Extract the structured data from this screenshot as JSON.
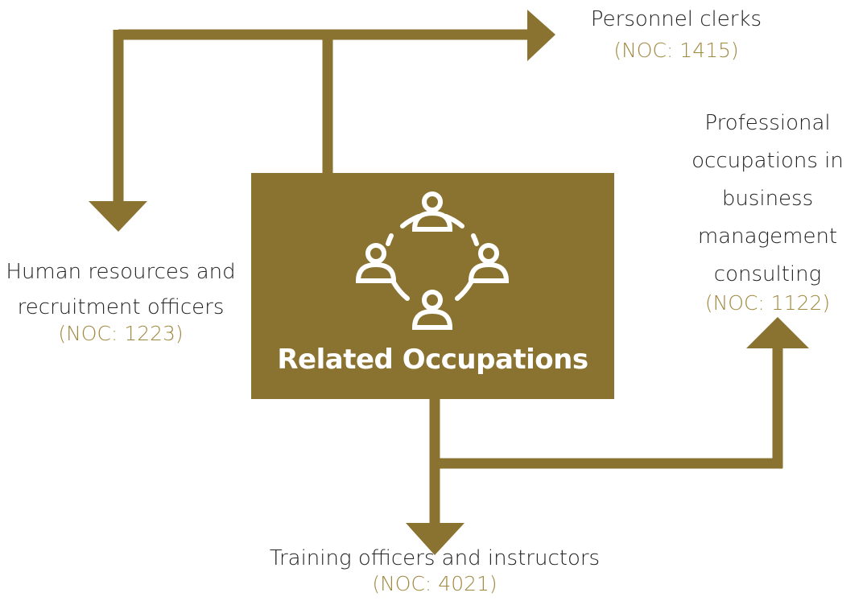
{
  "diagram": {
    "center": {
      "label": "Related Occupations",
      "icon": "people-network-icon"
    },
    "nodes": [
      {
        "id": "top_right",
        "title": "Personnel clerks",
        "noc": "(NOC: 1415)"
      },
      {
        "id": "left",
        "title": "Human resources and recruitment officers",
        "noc": "(NOC: 1223)"
      },
      {
        "id": "right",
        "title": "Professional occupations in business management consulting",
        "noc": "(NOC: 1122)"
      },
      {
        "id": "bottom",
        "title": "Training officers and instructors",
        "noc": "(NOC: 4021)"
      }
    ],
    "colors": {
      "accent": "#8a7331",
      "code_text": "#a0893f",
      "label_text": "#222222",
      "center_text": "#ffffff"
    }
  }
}
